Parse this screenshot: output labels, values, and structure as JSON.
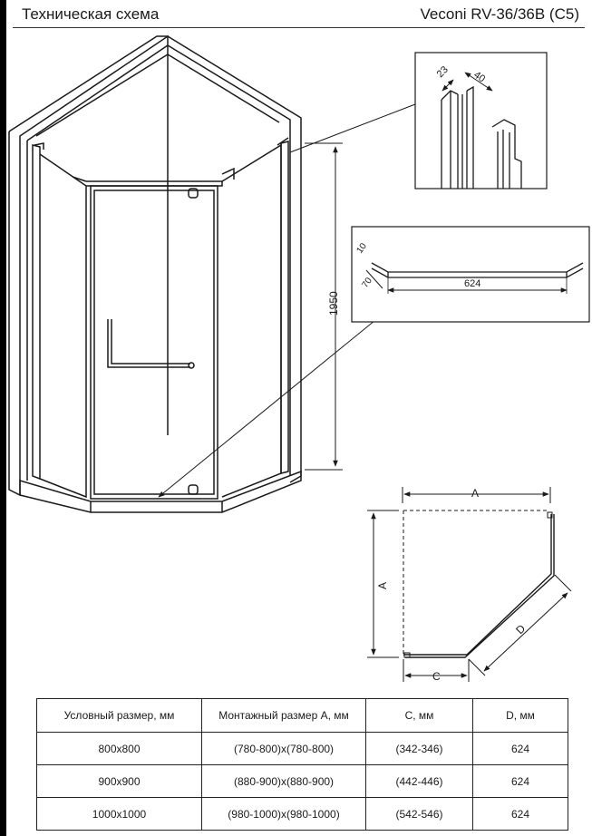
{
  "header": {
    "title_left": "Техническая схема",
    "title_right": "Veconi RV-36/36B (C5)"
  },
  "dimensions": {
    "height": "1950",
    "profile_left": "23",
    "profile_right": "40",
    "panel_width": "624",
    "angle_10": "10",
    "angle_70": "70",
    "plan_a_top": "A",
    "plan_a_left": "A",
    "plan_c": "C",
    "plan_d": "D"
  },
  "table": {
    "headers": [
      "Условный размер, мм",
      "Монтажный размер А, мм",
      "С, мм",
      "D, мм"
    ],
    "rows": [
      [
        "800x800",
        "(780-800)x(780-800)",
        "(342-346)",
        "624"
      ],
      [
        "900x900",
        "(880-900)x(880-900)",
        "(442-446)",
        "624"
      ],
      [
        "1000x1000",
        "(980-1000)x(980-1000)",
        "(542-546)",
        "624"
      ]
    ]
  }
}
